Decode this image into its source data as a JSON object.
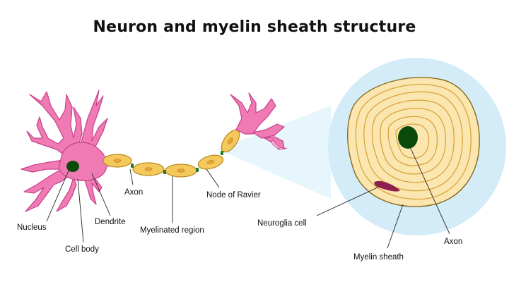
{
  "title": "Neuron and myelin sheath structure",
  "labels": {
    "nucleus": "Nucleus",
    "cell_body": "Cell body",
    "dendrite": "Dendrite",
    "axon": "Axon",
    "myelinated_region": "Myelinated region",
    "node_of_ravier": "Node of Ravier",
    "neuroglia_cell": "Neuroglia cell",
    "myelin_sheath": "Myelin sheath",
    "axon_cross_section": "Axon"
  },
  "colors": {
    "neuron_pink": "#f07ab4",
    "neuron_outline": "#c8408a",
    "myelin_fill": "#f4c85a",
    "myelin_outline": "#b88a1e",
    "node_green": "#1f7a1f",
    "nucleus_dark": "#0b4a0b",
    "zoom_bg": "#d6eef9",
    "cross_section_fill": "#fbe6b0",
    "glia_cell": "#8e1f4e"
  }
}
